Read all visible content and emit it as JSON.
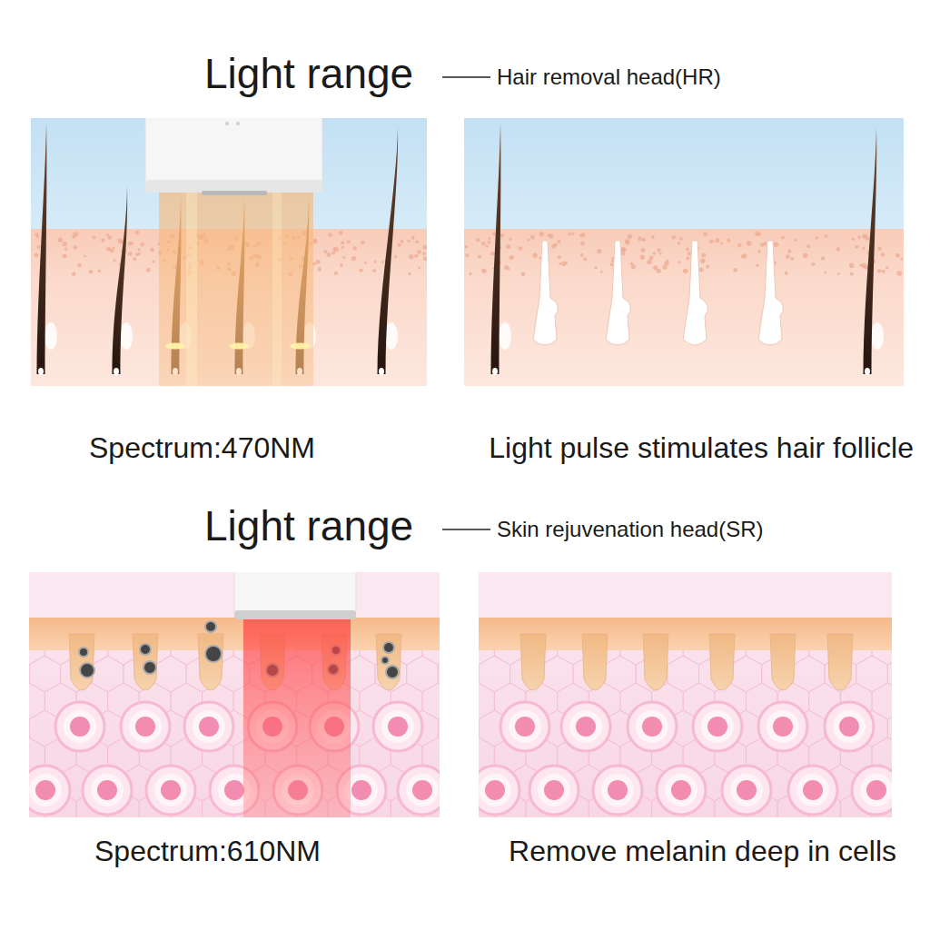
{
  "diagram": {
    "labels": [
      "Light range",
      "Hair removal head(HR)",
      "Spectrum:470NM",
      "Light pulse stimulates hair follicle",
      "Light range",
      "Skin rejuvenation head(SR)",
      "Spectrum:610NM",
      "Remove melanin deep in cells"
    ]
  }
}
